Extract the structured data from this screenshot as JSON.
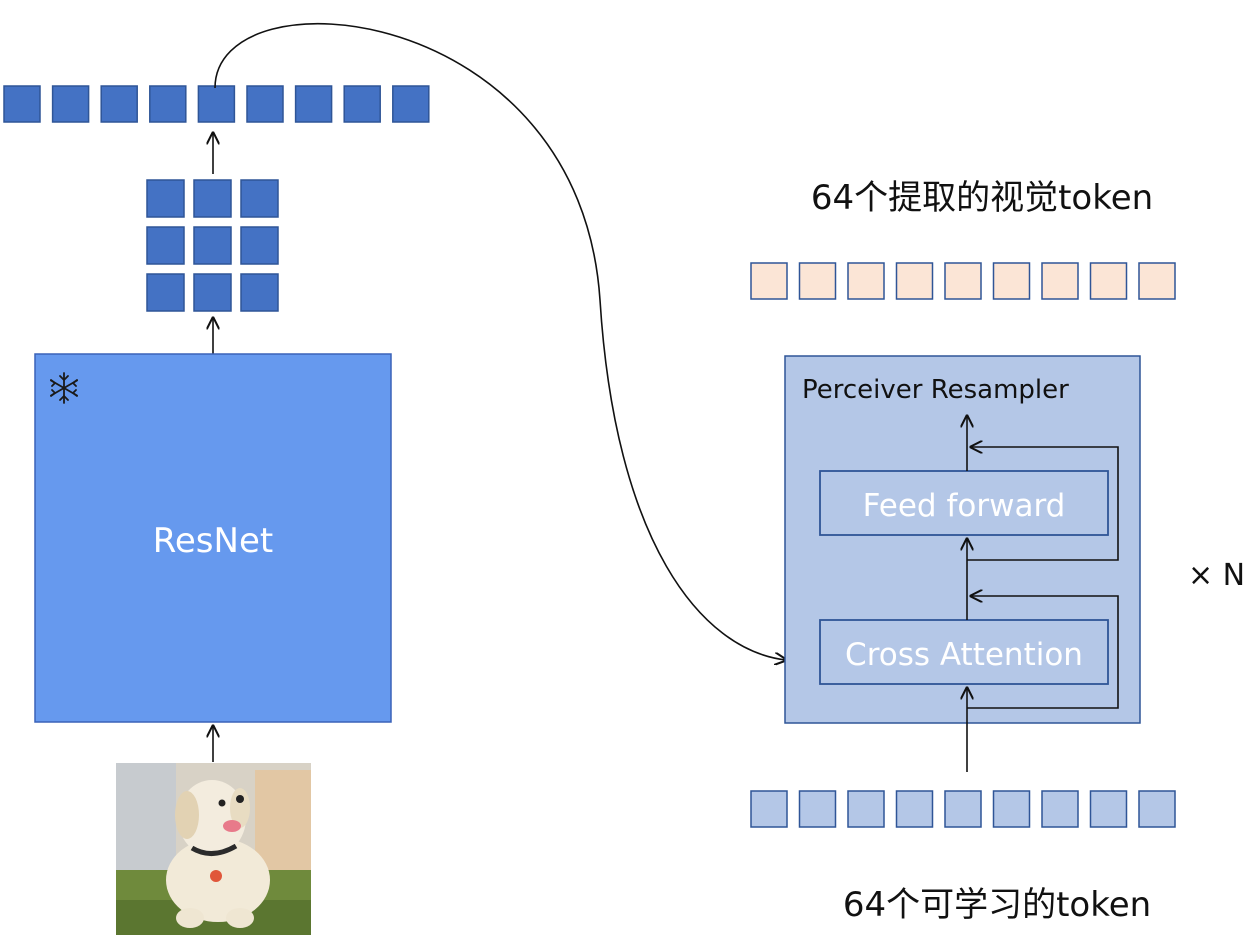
{
  "resnet": {
    "label": "ResNet",
    "frozen_icon": "snowflake-icon",
    "fill": "#6699EE",
    "stroke": "#3A62B8"
  },
  "feature_grid": {
    "rows": 3,
    "cols": 3,
    "fill": "#4472C4"
  },
  "flattened_tokens": {
    "count": 9,
    "fill": "#4472C4"
  },
  "input_image": {
    "subject": "labrador puppy on grass"
  },
  "extracted_tokens": {
    "label": "64个提取的视觉token",
    "count": 9,
    "fill": "#FBE5D6"
  },
  "learnable_tokens": {
    "label": "64个可学习的token",
    "count": 9,
    "fill": "#B4C7E7"
  },
  "perceiver": {
    "title": "Perceiver Resampler",
    "feed_forward_label": "Feed forward",
    "cross_attention_label": "Cross Attention",
    "repeat_label": "× N",
    "fill": "#B4C7E7",
    "stroke": "#2F5597"
  }
}
